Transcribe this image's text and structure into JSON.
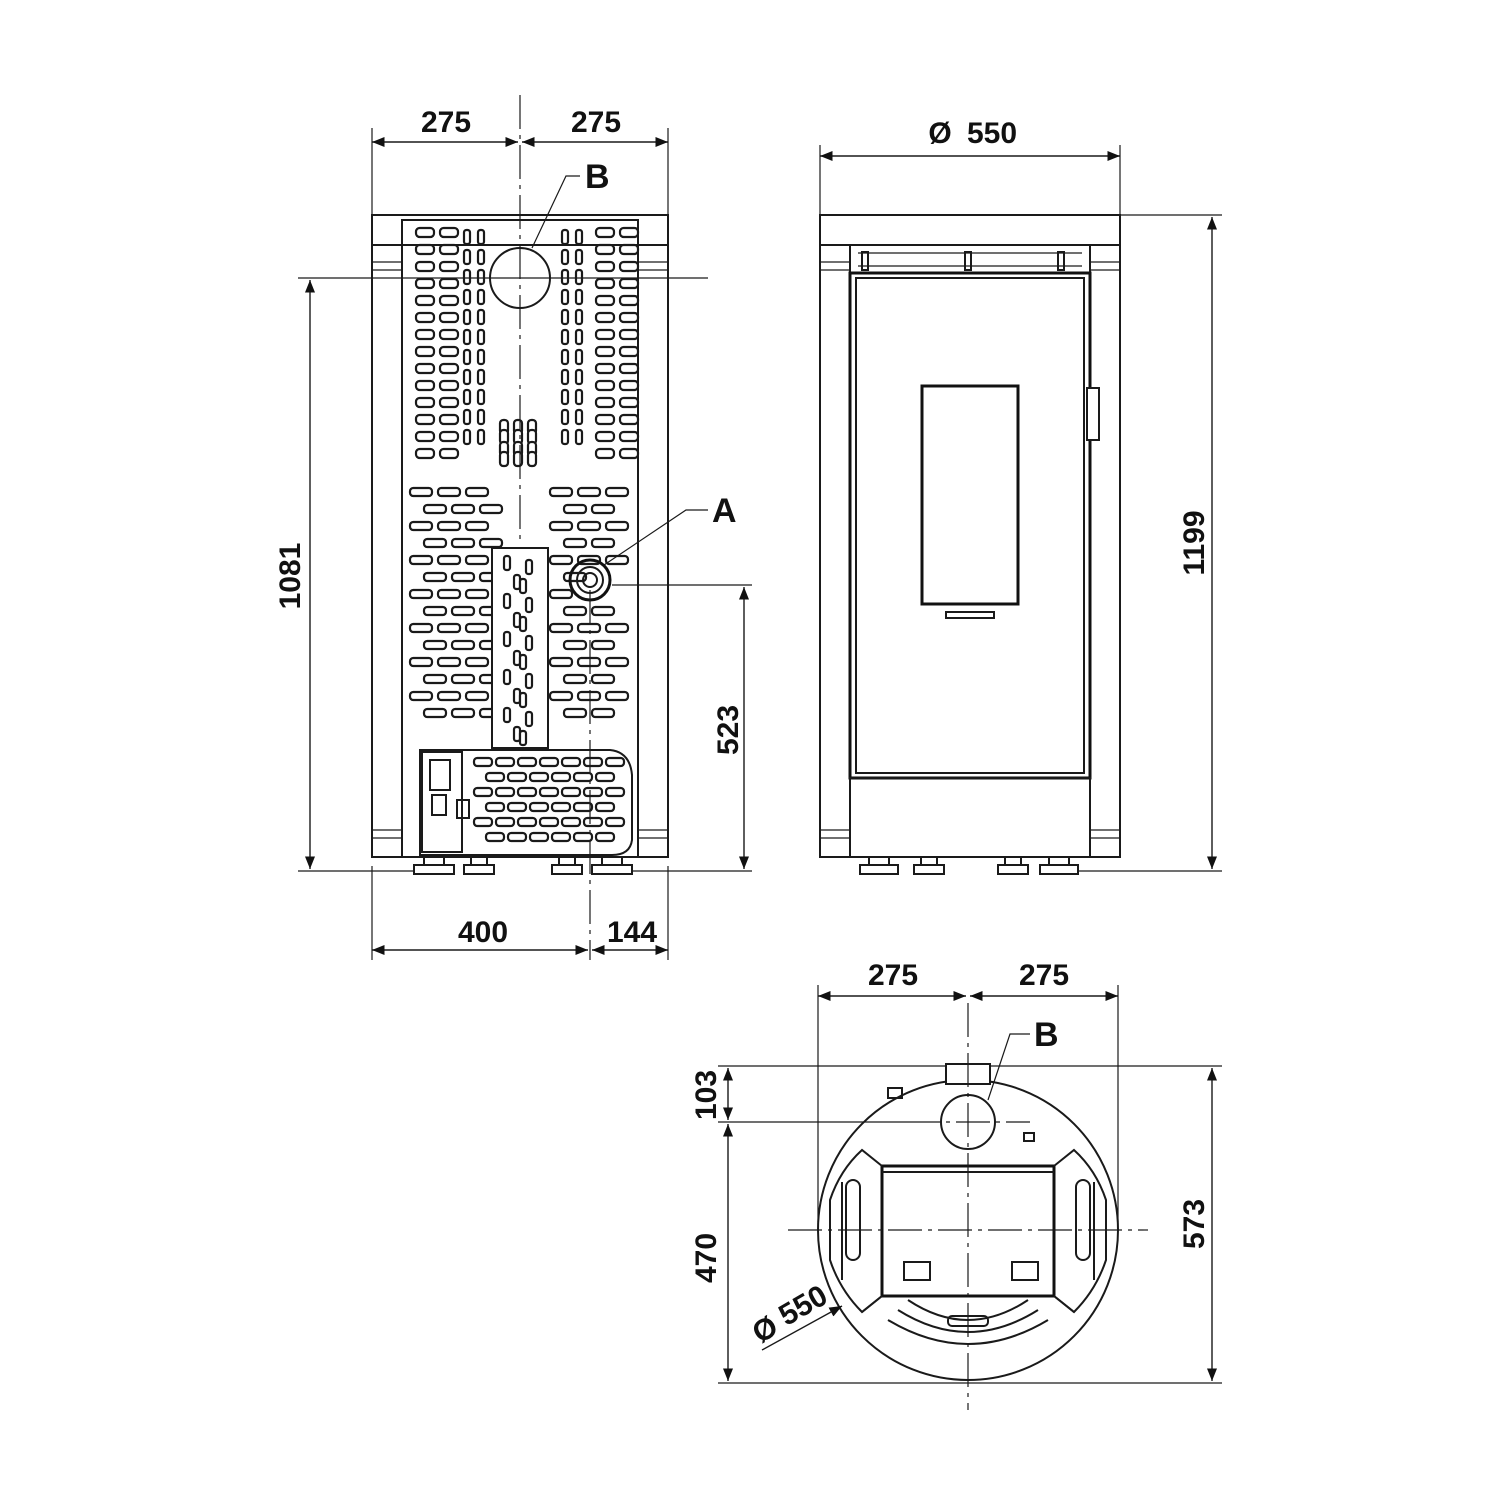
{
  "dimensions": {
    "back_top_left": "275",
    "back_top_right": "275",
    "back_height_flue": "1081",
    "back_height_air": "523",
    "back_bottom_left": "400",
    "back_bottom_right": "144",
    "front_diameter_symbol": "Ø",
    "front_width": "550",
    "front_height": "1199",
    "plan_top_left": "275",
    "plan_top_right": "275",
    "plan_flue_offset": "103",
    "plan_depth_inner": "470",
    "plan_depth_total": "573",
    "plan_diameter_symbol": "Ø",
    "plan_diameter": "550"
  },
  "labels": {
    "air_inlet": "A",
    "flue_outlet_back": "B",
    "flue_outlet_plan": "B"
  }
}
